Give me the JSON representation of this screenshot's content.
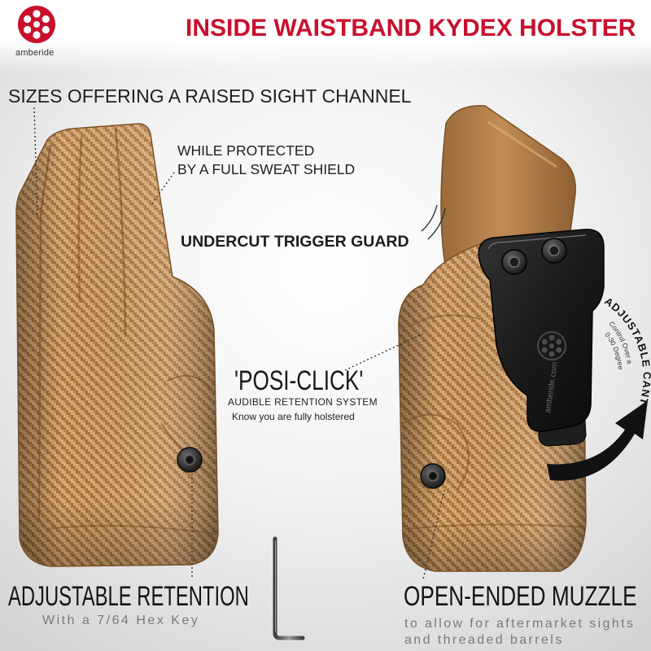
{
  "brand": {
    "name": "amberide",
    "clip_text": "amberide.com"
  },
  "title": "INSIDE WAISTBAND KYDEX HOLSTER",
  "features": {
    "sight_channel": "SIZES OFFERING A RAISED SIGHT CHANNEL",
    "sweat_shield": [
      "WHILE PROTECTED",
      "BY A FULL SWEAT SHIELD"
    ],
    "trigger_guard": "UNDERCUT TRIGGER GUARD",
    "posi_click": {
      "title": "'POSI-CLICK'",
      "line1": "AUDIBLE RETENTION SYSTEM",
      "line2": "Know you are fully holstered"
    },
    "cant": {
      "title": "ADJUSTABLE CANT",
      "line1": "Control Over a",
      "line2": "0-30 Degree"
    },
    "retention": {
      "title": "ADJUSTABLE RETENTION",
      "subtitle": "With a 7/64 Hex Key"
    },
    "muzzle": {
      "title": "OPEN-ENDED MUZZLE",
      "line1": "to allow for aftermarket sights",
      "line2": "and threaded barrels"
    }
  },
  "colors": {
    "brand_red": "#c8102e",
    "kydex_tan": "#b8844e",
    "clip_black": "#1a1a1a",
    "subtext_gray": "#7a7a7a"
  },
  "icons": {
    "logo": "revolver-cylinder-icon",
    "hex_key": "hex-key-icon",
    "cant_arrow": "curved-arrow-icon"
  }
}
